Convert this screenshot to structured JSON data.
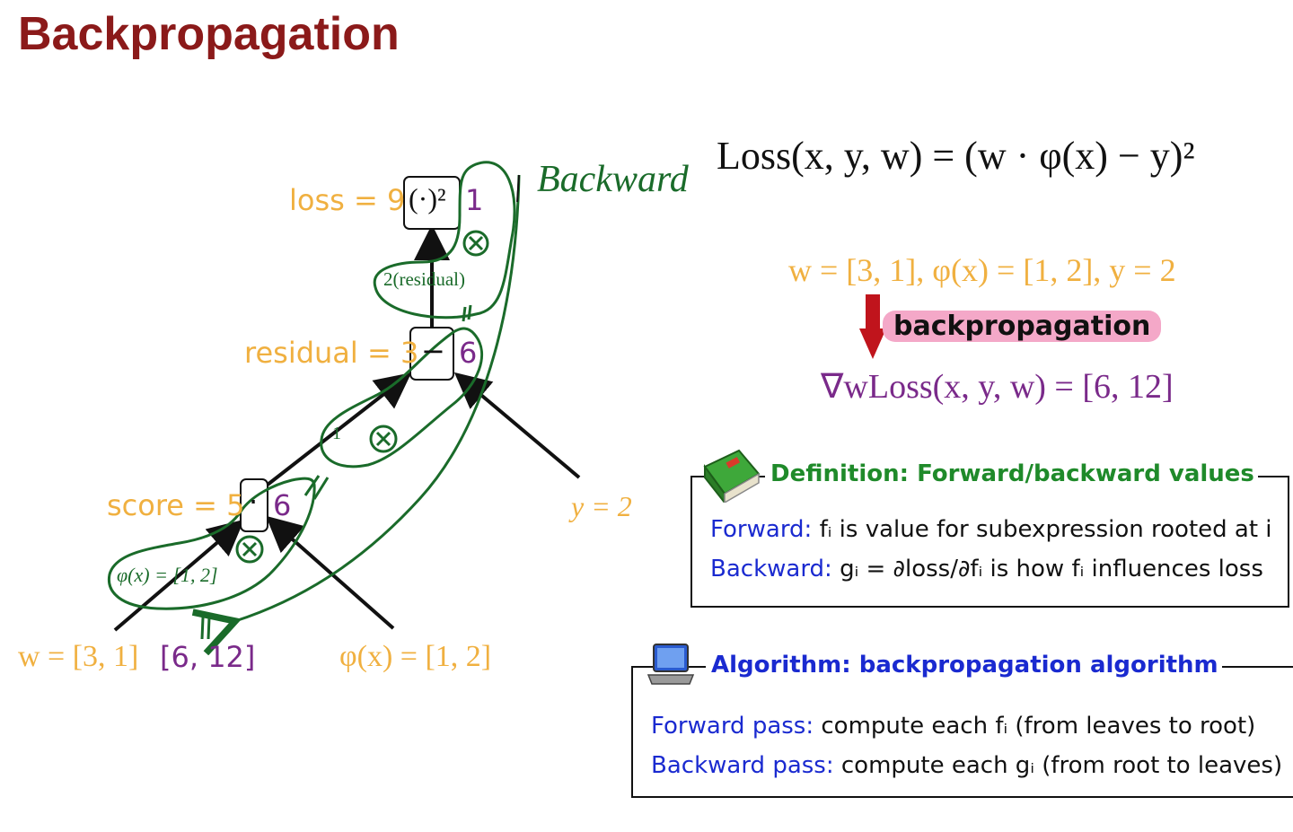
{
  "title": "Backpropagation",
  "graph": {
    "loss_label": "loss = 9",
    "loss_node": "(·)²",
    "loss_grad": "1",
    "edge_loss_residual": "2(residual)",
    "residual_label": "residual = 3",
    "residual_node": "−",
    "residual_grad": "6",
    "edge_residual_score": "1",
    "score_label": "score = 5",
    "score_node": "·",
    "score_grad": "6",
    "edge_score_w": "φ(x) = [1, 2]",
    "y_label": "y = 2",
    "w_label": "w = [3, 1]",
    "w_grad": "[6, 12]",
    "phi_label": "φ(x) = [1, 2]",
    "annotation_backward": "Backward",
    "mult_mark": "⊗",
    "equals_mark": "="
  },
  "right": {
    "loss_formula": "Loss(x, y, w) = (w · φ(x) − y)²",
    "values": "w = [3, 1], φ(x) = [1, 2], y = 2",
    "backprop_label": "backpropagation",
    "gradient": "∇wLoss(x, y, w) = [6, 12]"
  },
  "definition": {
    "title": "Definition: Forward/backward values",
    "forward_label": "Forward:",
    "forward_text": "fᵢ is value for subexpression rooted at i",
    "backward_label": "Backward:",
    "backward_text": "gᵢ = ∂loss/∂fᵢ is how fᵢ influences loss"
  },
  "algorithm": {
    "title": "Algorithm: backpropagation algorithm",
    "forward_label": "Forward pass:",
    "forward_text": "compute each fᵢ (from leaves to root)",
    "backward_label": "Backward pass:",
    "backward_text": "compute each gᵢ (from root to leaves)"
  },
  "colors": {
    "title": "#8b1a1a",
    "forward_value": "#f0b040",
    "gradient": "#7a2a8a",
    "ink": "#1a6b2a",
    "definition_title": "#1f8a2a",
    "algorithm_title": "#1a2ad0",
    "highlight": "#f4a8c8",
    "arrow_red": "#c0141c"
  },
  "icons": {
    "definition": "book-icon",
    "algorithm": "laptop-icon"
  }
}
